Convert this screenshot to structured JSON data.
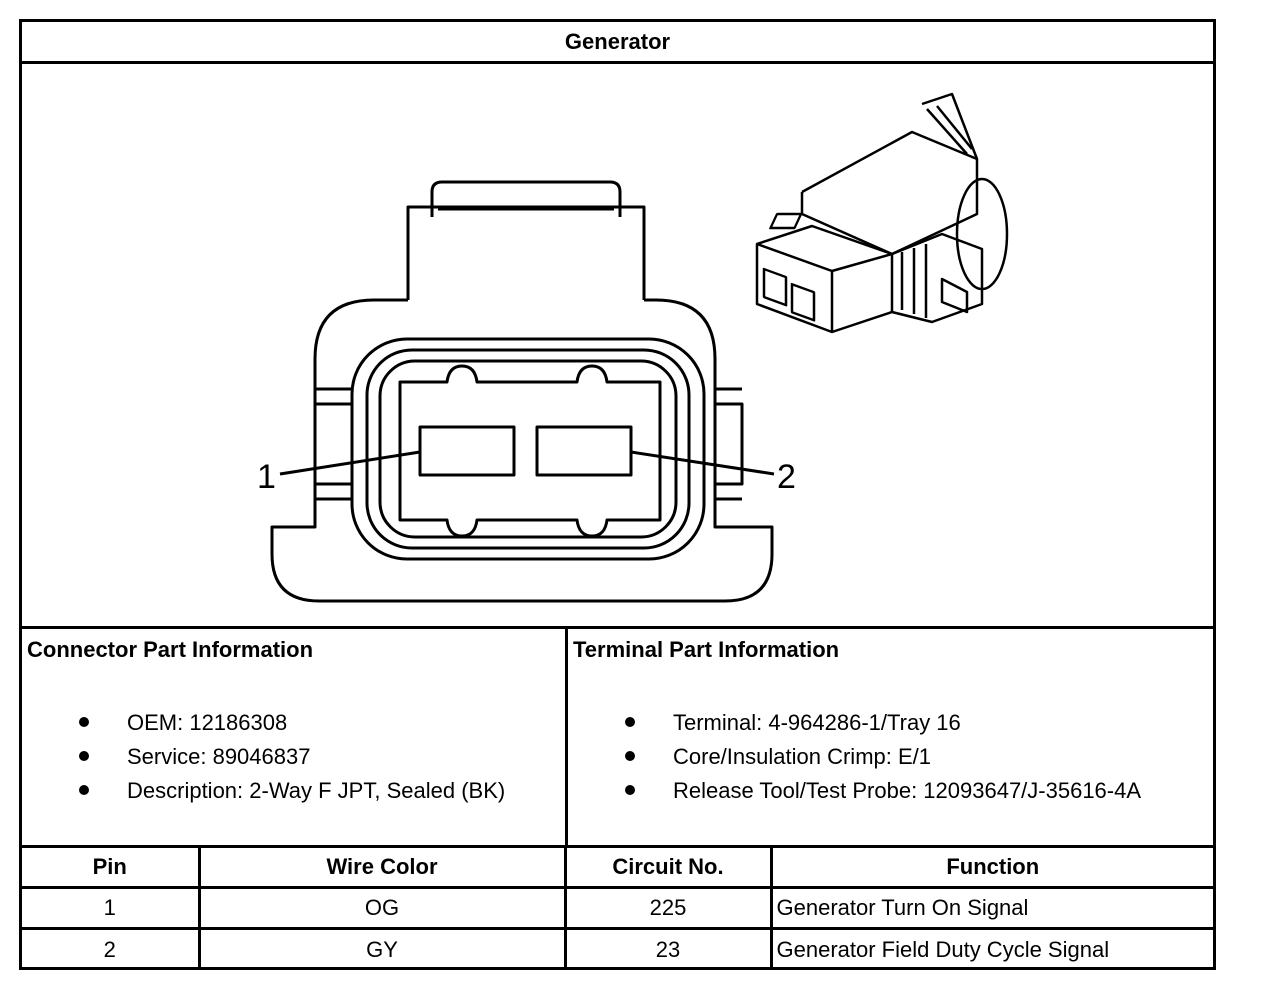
{
  "title": "Generator",
  "pin_labels": [
    "1",
    "2"
  ],
  "connector_info": {
    "heading": "Connector Part Information",
    "items": [
      "OEM: 12186308",
      "Service: 89046837",
      "Description: 2-Way F JPT, Sealed (BK)"
    ]
  },
  "terminal_info": {
    "heading": "Terminal Part Information",
    "items": [
      "Terminal: 4-964286-1/Tray 16",
      "Core/Insulation Crimp: E/1",
      "Release Tool/Test Probe: 12093647/J-35616-4A"
    ]
  },
  "table": {
    "headers": [
      "Pin",
      "Wire Color",
      "Circuit No.",
      "Function"
    ],
    "rows": [
      [
        "1",
        "OG",
        "225",
        "Generator Turn On Signal"
      ],
      [
        "2",
        "GY",
        "23",
        "Generator Field Duty Cycle Signal"
      ]
    ]
  }
}
